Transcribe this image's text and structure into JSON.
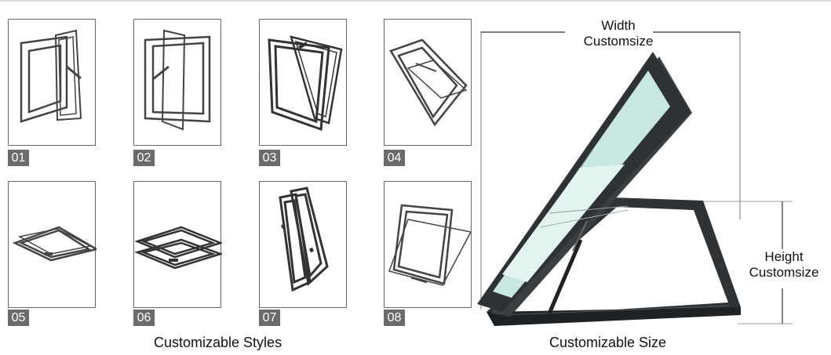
{
  "styles": {
    "caption": "Customizable Styles",
    "items": [
      {
        "number": "01",
        "icon": "side-hinged-casement-right-icon"
      },
      {
        "number": "02",
        "icon": "side-hinged-casement-left-icon"
      },
      {
        "number": "03",
        "icon": "top-hinged-tilt-window-icon"
      },
      {
        "number": "04",
        "icon": "top-hung-awning-icon"
      },
      {
        "number": "05",
        "icon": "flat-skylight-open-icon"
      },
      {
        "number": "06",
        "icon": "double-frame-skylight-icon"
      },
      {
        "number": "07",
        "icon": "double-casement-frame-icon"
      },
      {
        "number": "08",
        "icon": "bottom-hinged-hopper-icon"
      }
    ]
  },
  "size": {
    "caption": "Customizable Size",
    "width_label_line1": "Width",
    "width_label_line2": "Customsize",
    "height_label_line1": "Height",
    "height_label_line2": "Customsize"
  },
  "colors": {
    "frame": "#2f3336",
    "glass": "#bfe2dc",
    "badge": "#6b6b6b",
    "border": "#6a6a6a"
  }
}
